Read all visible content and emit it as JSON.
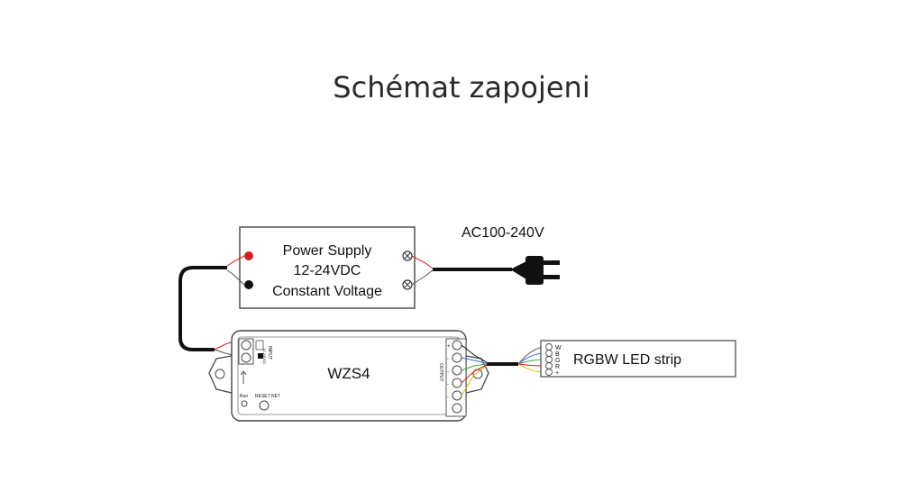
{
  "title": "Schémat zapojeni",
  "ac_label": "AC100-240V",
  "power_supply": {
    "line1": "Power Supply",
    "line2": "12-24VDC",
    "line3": "Constant Voltage"
  },
  "controller": {
    "name": "WZS4",
    "input_label": "INPUT",
    "input_spec": "12-24VDC",
    "reset_label": "RESET NET",
    "run_label": "Run",
    "output_label": "OUTPUT",
    "terminal_marks": [
      "+",
      "-",
      "-",
      "-",
      "-"
    ]
  },
  "led_strip": {
    "label": "RGBW LED strip",
    "pins": [
      "W",
      "B",
      "G",
      "R",
      "+"
    ]
  },
  "colors": {
    "wire_black": "#111111",
    "wire_red": "#d21f1f",
    "wire_blue": "#2f6fd6",
    "wire_green": "#3aa64a",
    "wire_yellow": "#e0b000",
    "outline": "#555555"
  }
}
